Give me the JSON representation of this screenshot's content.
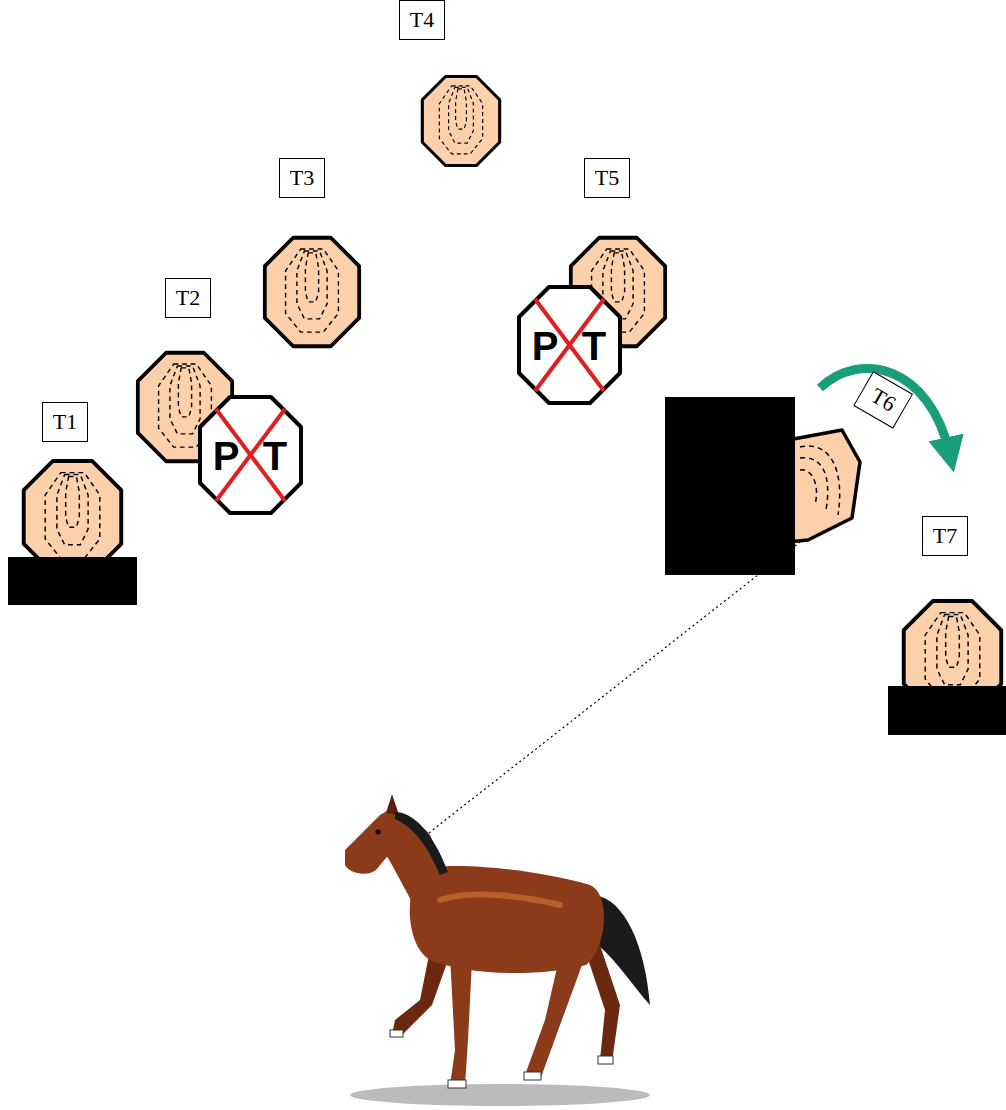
{
  "diagram": {
    "nodes": [
      {
        "text": [
          "T4"
        ]
      },
      {
        "text": [
          "T3"
        ]
      },
      {
        "text": [
          "T5"
        ]
      },
      {
        "text": [
          "T2"
        ]
      },
      {
        "text": [
          "P",
          "T"
        ]
      },
      {
        "text": [
          "T6"
        ]
      },
      {
        "text": [
          "T1"
        ]
      },
      {
        "text": [
          "P",
          "T"
        ]
      },
      {
        "text": [
          "T7"
        ]
      }
    ]
  }
}
